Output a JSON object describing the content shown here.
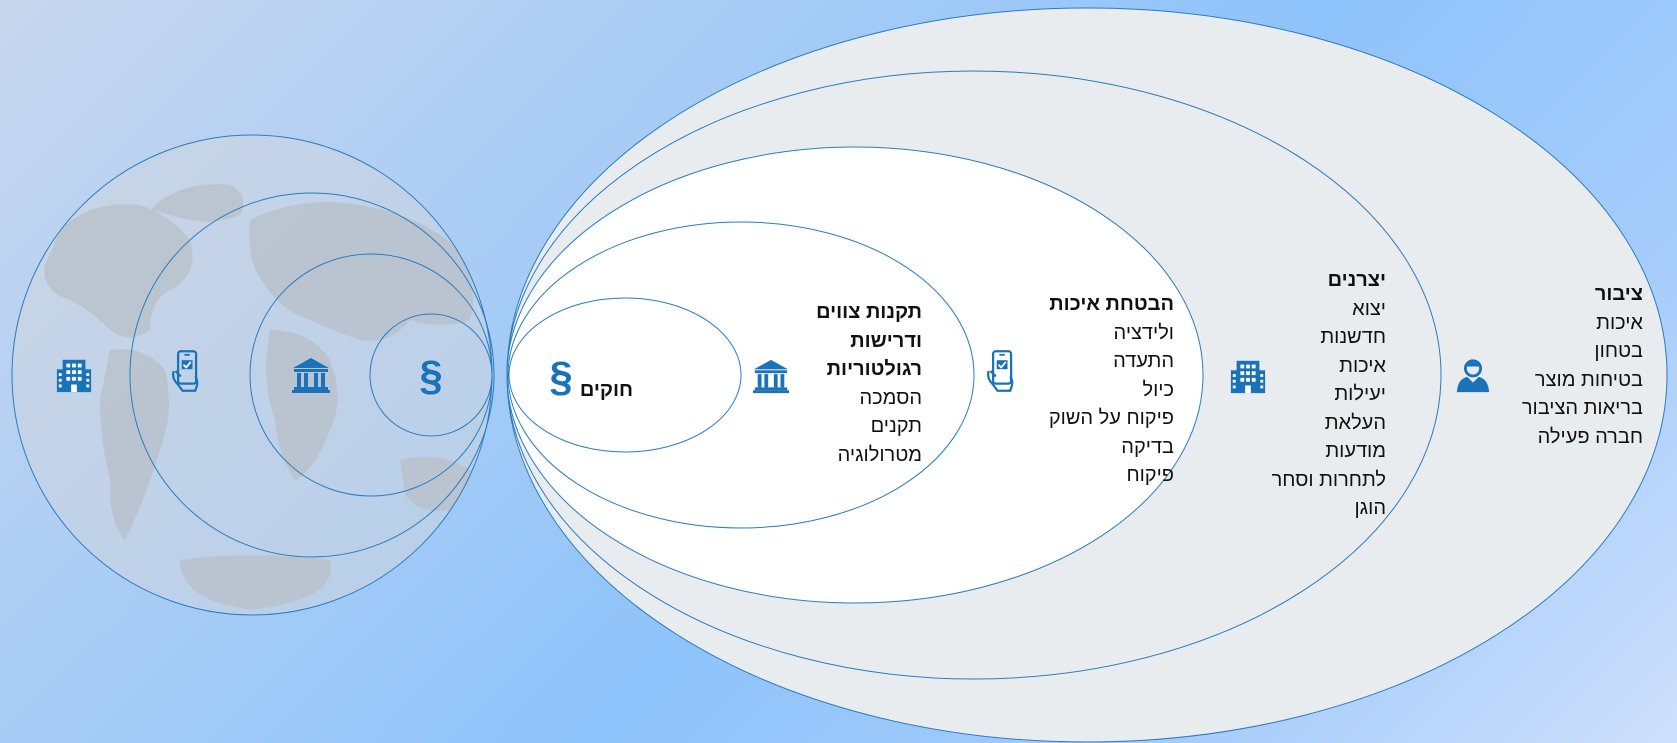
{
  "colors": {
    "ring_stroke": "#2a7cc0",
    "icon_blue": "#1a72b8",
    "ring_fill_outer": "#e8ecef",
    "ring_fill_inner": "#ffffff",
    "globe_land": "#b9c2cb"
  },
  "globe": {
    "icons": [
      "building-icon",
      "phone-check-icon",
      "bank-icon",
      "section-icon"
    ]
  },
  "layers": {
    "public": {
      "title": "ציבור",
      "items": [
        "איכות",
        "בטחון",
        "בטיחות מוצר",
        "בריאות הציבור",
        "חברה פעילה"
      ],
      "icon": "person-icon"
    },
    "manufacturers": {
      "title": "יצרנים",
      "items": [
        "יצוא",
        "חדשנות",
        "איכות",
        "יעילות",
        "העלאת",
        "מודעות",
        "לתחרות וסחר",
        "הוגן"
      ],
      "icon": "building-icon"
    },
    "quality": {
      "title": "הבטחת איכות",
      "items": [
        "ולידציה",
        "התעדה",
        "כיול",
        "פיקוח על השוק",
        "בדיקה",
        "פיקוח"
      ],
      "icon": "phone-check-icon"
    },
    "regulation": {
      "title_lines": [
        "תקנות צווים",
        "ודרישות",
        "רגולטוריות"
      ],
      "items": [
        "הסמכה",
        "תקנים",
        "מטרולוגיה"
      ],
      "icon": "bank-icon"
    },
    "laws": {
      "title": "חוקים",
      "icon": "section-icon",
      "symbol": "§"
    }
  }
}
